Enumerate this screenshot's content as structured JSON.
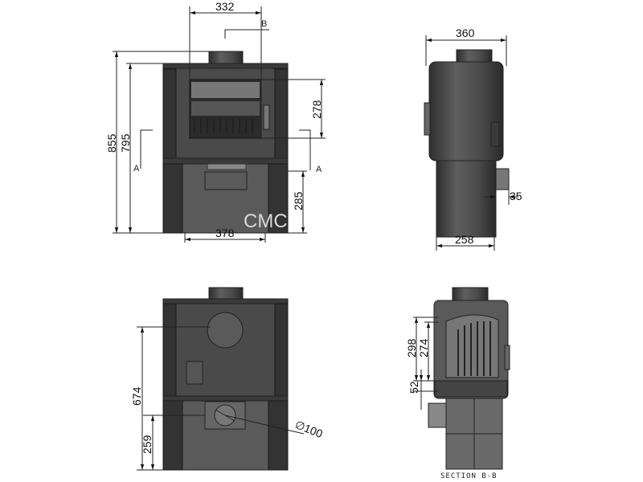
{
  "title": "Stove dimension drawing",
  "watermark": "CMC",
  "front_view": {
    "dims": {
      "top_width": "332",
      "total_height": "855",
      "body_height": "795",
      "window_height": "278",
      "base_height": "285",
      "base_width": "378"
    },
    "section_labels": {
      "a_left": "A",
      "a_right": "A",
      "b": "B"
    }
  },
  "side_view": {
    "dims": {
      "depth": "360",
      "base_depth": "258",
      "flue_offset": "35"
    }
  },
  "rear_view": {
    "dims": {
      "flue_height": "674",
      "inlet_height": "259",
      "inlet_diameter": "∅100"
    }
  },
  "section_view": {
    "title": "SECTION B-B",
    "dims": {
      "d1": "298",
      "d2": "274",
      "d3": "52"
    }
  }
}
